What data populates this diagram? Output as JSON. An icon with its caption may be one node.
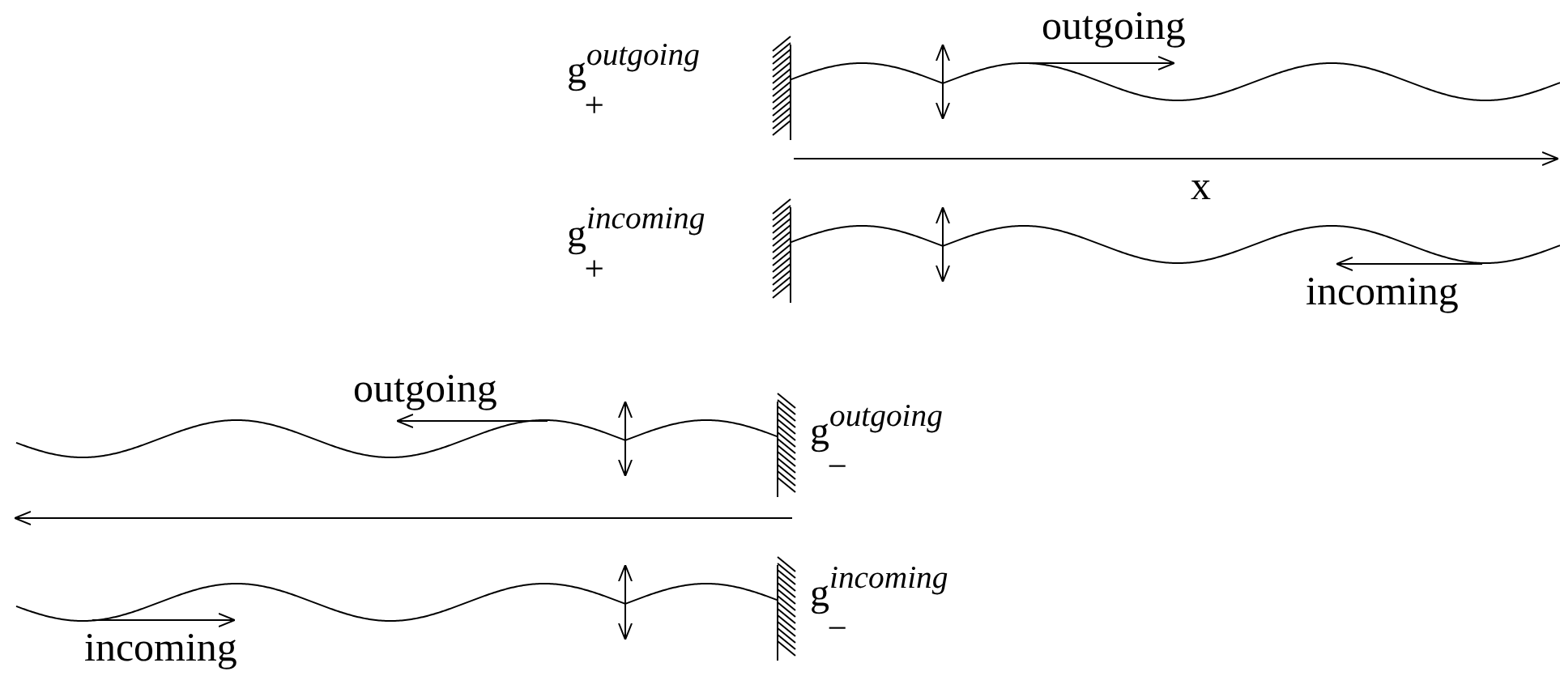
{
  "diagram": {
    "labels": [
      "outgoing",
      "g$^{outgoing}$$_{+}$",
      "x",
      "g$^{incoming}$$_{+}$",
      "incoming",
      "outgoing",
      "g$^{outgoing}$$_{−}$",
      "g$^{incoming}$$_{−}$",
      "incoming"
    ]
  }
}
